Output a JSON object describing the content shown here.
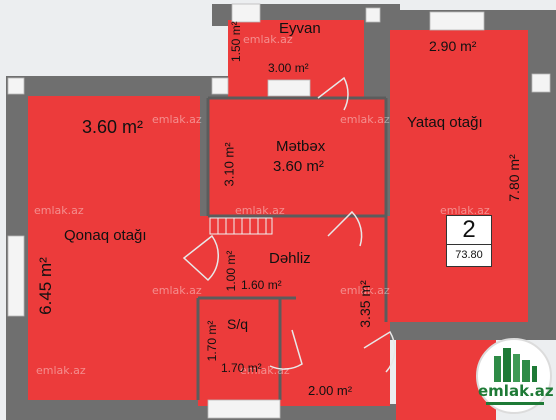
{
  "plan": {
    "rooms": [
      {
        "name": "Eyvan",
        "dims": [
          "1.50 m²",
          "3.00 m²"
        ]
      },
      {
        "name": "Mətbəx",
        "dims": [
          "3.10 m²",
          "3.60 m²"
        ]
      },
      {
        "name": "Yataq otağı",
        "dims": [
          "2.90 m²",
          "7.80 m²"
        ]
      },
      {
        "name": "Qonaq otağı",
        "dims": [
          "3.60 m²",
          "6.45 m²"
        ]
      },
      {
        "name": "Dəhliz",
        "dims": [
          "1.00 m²",
          "1.60 m²",
          "3.35 m²",
          "2.00 m²"
        ]
      },
      {
        "name": "S/q",
        "dims": [
          "1.70 m²",
          "1.70 m²"
        ]
      }
    ],
    "apartment_number": "2",
    "total_area": "73.80",
    "watermark": "emlak.az"
  },
  "logo": {
    "text": "emlak.az",
    "icon": "city-buildings-icon"
  },
  "colors": {
    "room_fill": "#ec3b3b",
    "wall": "#6f6f6f",
    "background": "#eceef0",
    "logo_green": "#1e7a36"
  }
}
